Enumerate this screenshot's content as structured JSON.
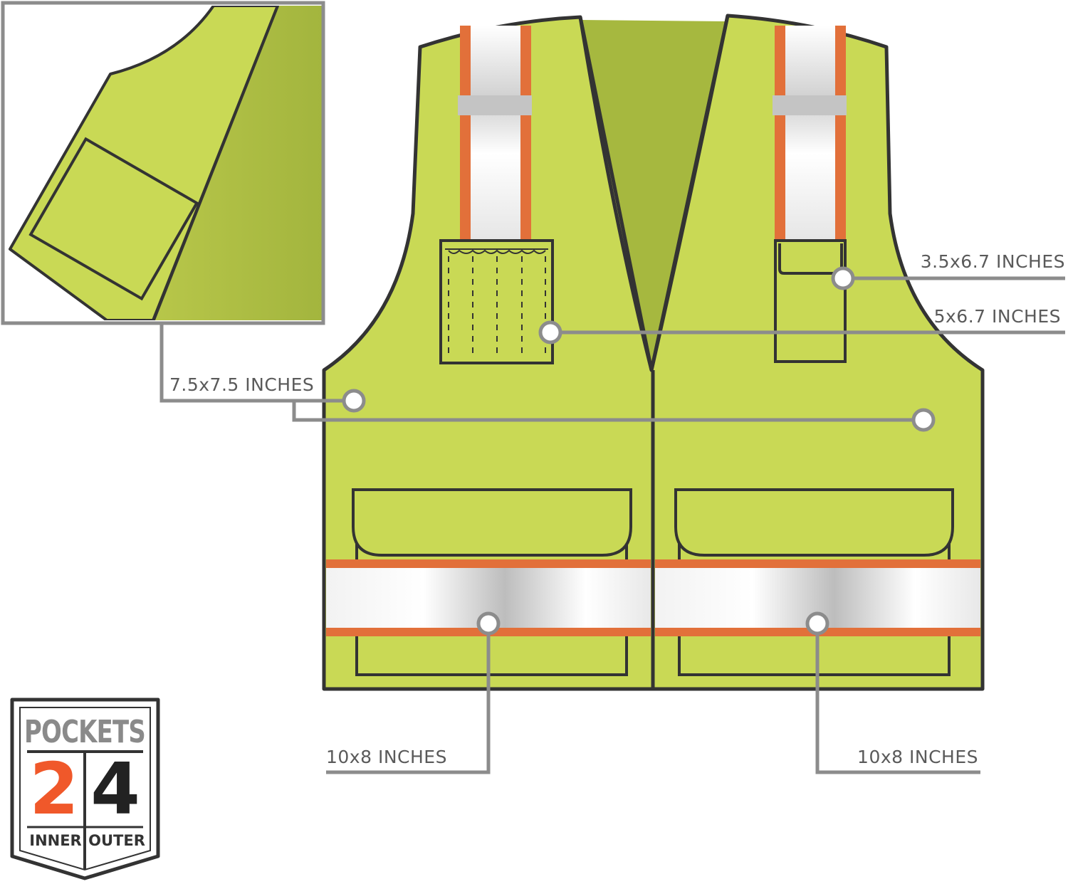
{
  "colors": {
    "vest_lime": "#c9d955",
    "vest_inner": "#a3b53e",
    "outline": "#333333",
    "orange_trim": "#e2703a",
    "reflective": "#d6d6d6",
    "callout_gray": "#8c8c8c",
    "badge_orange": "#f0582a"
  },
  "labels": {
    "small_pocket": "3.5x6.7 INCHES",
    "chest_pocket": "5x6.7 INCHES",
    "inner_pocket": "7.5x7.5 INCHES",
    "lower_left_pocket": "10x8 INCHES",
    "lower_right_pocket": "10x8 INCHES"
  },
  "badge": {
    "title": "POCKETS",
    "inner_count": "2",
    "inner_label": "INNER",
    "outer_count": "4",
    "outer_label": "OUTER"
  }
}
